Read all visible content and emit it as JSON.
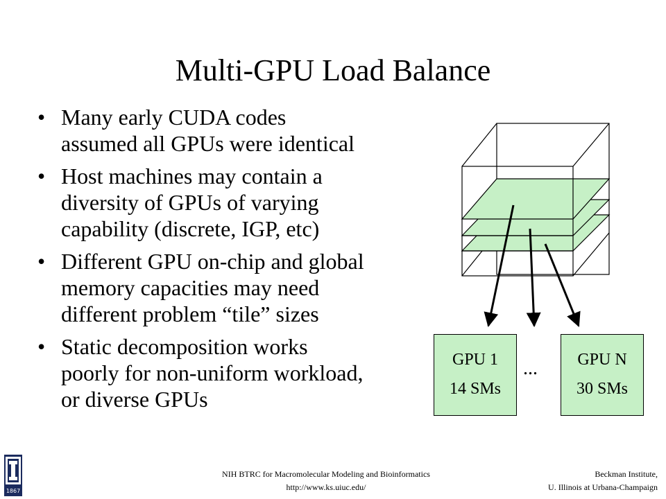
{
  "slide": {
    "title": "Multi-GPU Load Balance",
    "bullets": [
      {
        "lines": [
          "Many early CUDA codes",
          "assumed all GPUs were identical"
        ]
      },
      {
        "lines": [
          "Host machines may contain a",
          "diversity of GPUs of varying",
          "capability (discrete, IGP, etc)"
        ]
      },
      {
        "lines": [
          "Different GPU on-chip and global",
          "memory capacities may need",
          "different problem “tile” sizes"
        ]
      },
      {
        "lines": [
          "Static decomposition works",
          "poorly for non-uniform workload,",
          "or diverse GPUs"
        ]
      }
    ]
  },
  "diagram": {
    "gpu_boxes": [
      {
        "name": "GPU 1",
        "sms": "14 SMs"
      },
      {
        "name": "GPU N",
        "sms": "30 SMs"
      }
    ],
    "ellipsis": "...",
    "tile_color": "#c6f0c6"
  },
  "footer": {
    "center_line1": "NIH BTRC for Macromolecular Modeling and Bioinformatics",
    "center_line2": "http://www.ks.uiuc.edu/",
    "right_line1": "Beckman Institute,",
    "right_line2": "U. Illinois at Urbana-Champaign",
    "logo_year": "1867",
    "logo_color": "#1b2b5e"
  }
}
